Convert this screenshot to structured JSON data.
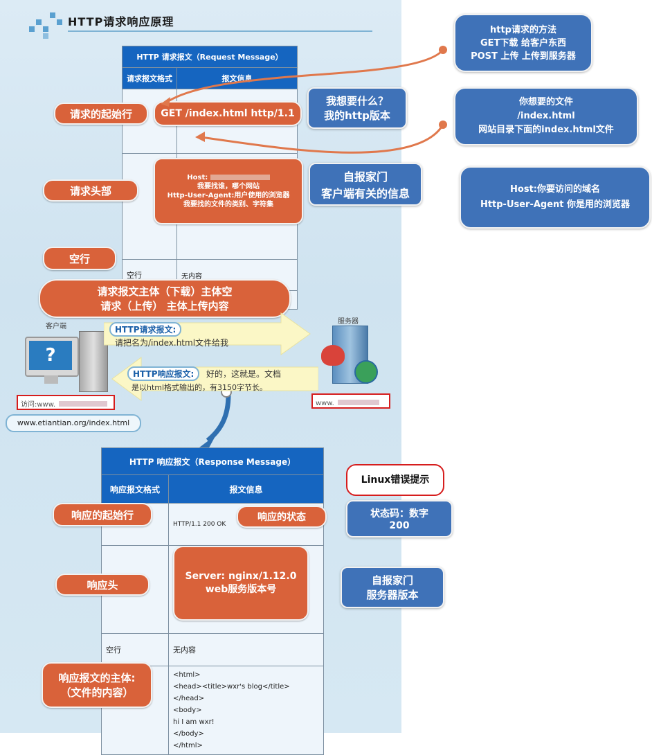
{
  "title": "HTTP请求响应原理",
  "request_table": {
    "header": "HTTP 请求报文（Request Message）",
    "col1": "请求报文格式",
    "col2": "报文信息",
    "blank_row_label": "空行",
    "blank_row_value": "无内容"
  },
  "request_labels": {
    "start_line": "请求的起始行",
    "start_line_value": "GET /index.html  http/1.1",
    "headers": "请求头部",
    "blank": "空行",
    "body_line1": "请求报文主体（下载）主体空",
    "body_line2": "请求（上传）   主体上传内容"
  },
  "request_header_box": {
    "line1": "Host: ",
    "line2": "我要找谁，哪个网站",
    "line3": "Http-User-Agent:用户使用的浏览器",
    "line4": "我要找的文件的类别、字符集"
  },
  "request_notes": {
    "what_line1": "我想要什么？",
    "what_line2": "我的http版本",
    "self_line1": "自报家门",
    "self_line2": "客户端有关的信息"
  },
  "right_bubbles": {
    "method": [
      "http请求的方法",
      "GET下载 给客户东西",
      "POST 上传 上传到服务器"
    ],
    "file": [
      "你想要的文件",
      "/index.html",
      "网站目录下面的index.html文件"
    ],
    "host": [
      "Host:你要访问的域名",
      "Http-User-Agent 你是用的浏览器"
    ]
  },
  "exchange": {
    "client_label": "客户端",
    "server_label": "服务器",
    "req_tag": "HTTP请求报文:",
    "req_text": "请把名为/index.html文件给我",
    "resp_tag": "HTTP响应报文:",
    "resp_text1": "好的，这就是。文档",
    "resp_text2": "是以html格式输出的，有3150字节长。",
    "client_url": "访问:www.",
    "server_url": "www.",
    "url_bubble": "www.etiantian.org/index.html"
  },
  "response_table": {
    "header": "HTTP 响应报文（Response Message）",
    "col1": "响应报文格式",
    "col2": "报文信息",
    "status_value": "HTTP/1.1 200 OK",
    "blank_row_label": "空行",
    "blank_row_value": "无内容",
    "body_lines": [
      "<html>",
      "<head><title>wxr's blog</title></head>",
      "<body>",
      "hi I am wxr!",
      "</body>",
      "</html>"
    ]
  },
  "response_labels": {
    "start_line": "响应的起始行",
    "status": "响应的状态",
    "headers": "响应头",
    "body_line1": "响应报文的主体:",
    "body_line2": "（文件的内容）",
    "server_line1": "Server: nginx/1.12.0",
    "server_line2": "web服务版本号"
  },
  "response_notes": {
    "linux": "Linux错误提示",
    "status_line1": "状态码：数字",
    "status_line2": "200",
    "self_line1": "自报家门",
    "self_line2": "服务器版本"
  },
  "colors": {
    "orange": "#d9623a",
    "blue_bubble": "#3f72b8",
    "table_header": "#1565c0",
    "red_border": "#d61d1d"
  }
}
